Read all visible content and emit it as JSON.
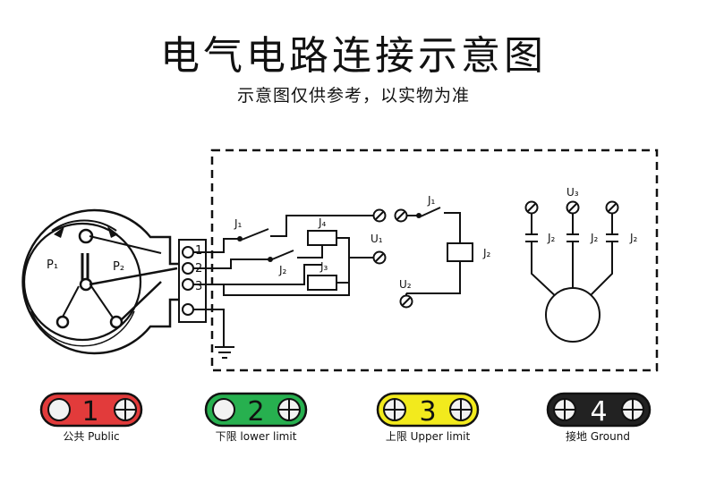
{
  "title": "电气电路连接示意图",
  "subtitle": "示意图仅供参考，以实物为准",
  "diagram": {
    "gauge_labels": {
      "p1": "P₁",
      "p2": "P₂"
    },
    "terminal_numbers": [
      "1",
      "2",
      "3"
    ],
    "contacts": {
      "j1_left": "J₁",
      "j2_left": "J₂",
      "j3": "J₃",
      "j4": "J₄",
      "j1_right": "J₁",
      "j2_coil": "J₂",
      "u1": "U₁",
      "u2": "U₂",
      "u3": "U₃",
      "j2_a": "J₂",
      "j2_b": "J₂",
      "j2_c": "J₂"
    }
  },
  "legend": [
    {
      "number": "1",
      "label": "公共 Public",
      "color": "#e23b3b"
    },
    {
      "number": "2",
      "label": "下限 lower limit",
      "color": "#27b04f"
    },
    {
      "number": "3",
      "label": "上限 Upper limit",
      "color": "#f2ea1d"
    },
    {
      "number": "4",
      "label": "接地 Ground",
      "color": "#222222"
    }
  ]
}
